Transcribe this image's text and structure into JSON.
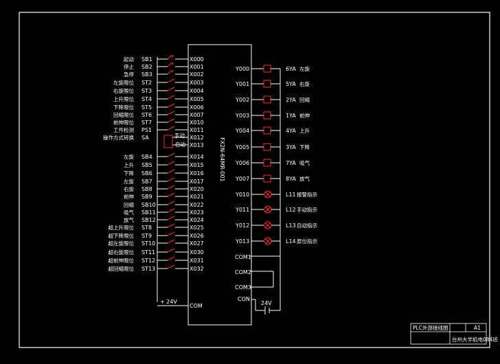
{
  "plc": {
    "model": "FX2N-64MR-001",
    "com_in_label": "COM",
    "supply_in_label": "+ 24V",
    "com_out": [
      "COM1",
      "COM2",
      "COM3",
      "CON"
    ],
    "supply_out_label": "24V"
  },
  "inputs": [
    {
      "name": "起动",
      "id": "SB1",
      "term": "X000"
    },
    {
      "name": "停止",
      "id": "SB2",
      "term": "X001"
    },
    {
      "name": "急停",
      "id": "SB3",
      "term": "X002"
    },
    {
      "name": "左旋限位",
      "id": "ST2",
      "term": "X003"
    },
    {
      "name": "右旋限位",
      "id": "ST3",
      "term": "X004"
    },
    {
      "name": "上升限位",
      "id": "ST4",
      "term": "X005"
    },
    {
      "name": "下降限位",
      "id": "ST5",
      "term": "X006"
    },
    {
      "name": "回缩限位",
      "id": "ST6",
      "term": "X007"
    },
    {
      "name": "前伸限位",
      "id": "ST7",
      "term": "X010"
    },
    {
      "name": "工件检测",
      "id": "PS1",
      "term": "X011"
    },
    {
      "name": "操作方式转换",
      "id": "SA",
      "term": "X012"
    },
    {
      "name": "",
      "id": "",
      "term": "X013"
    },
    {
      "name": "左旋",
      "id": "SB4",
      "term": "X014"
    },
    {
      "name": "上升",
      "id": "SB5",
      "term": "X015"
    },
    {
      "name": "下降",
      "id": "SB6",
      "term": "X016"
    },
    {
      "name": "左旋",
      "id": "SB7",
      "term": "X017"
    },
    {
      "name": "右旋",
      "id": "SB8",
      "term": "X020"
    },
    {
      "name": "前伸",
      "id": "SB9",
      "term": "X021"
    },
    {
      "name": "回缩",
      "id": "SB10",
      "term": "X022"
    },
    {
      "name": "吸气",
      "id": "SB11",
      "term": "X023"
    },
    {
      "name": "放气",
      "id": "SB12",
      "term": "X024"
    },
    {
      "name": "超上升限位",
      "id": "ST8",
      "term": "X025"
    },
    {
      "name": "超下降限位",
      "id": "ST9",
      "term": "X026"
    },
    {
      "name": "超左旋限位",
      "id": "ST10",
      "term": "X027"
    },
    {
      "name": "超右旋限位",
      "id": "ST11",
      "term": "X030"
    },
    {
      "name": "超前伸限位",
      "id": "ST12",
      "term": "X031"
    },
    {
      "name": "超回缩限位",
      "id": "ST13",
      "term": "X032"
    }
  ],
  "switch_labels": {
    "manual": "手动",
    "auto": "自动"
  },
  "outputs": [
    {
      "term": "Y000",
      "kind": "coil",
      "id": "6YA",
      "name": "左旋"
    },
    {
      "term": "Y001",
      "kind": "coil",
      "id": "5YA",
      "name": "右旋"
    },
    {
      "term": "Y002",
      "kind": "coil",
      "id": "2YA",
      "name": "回缩"
    },
    {
      "term": "Y003",
      "kind": "coil",
      "id": "1YA",
      "name": "前伸"
    },
    {
      "term": "Y004",
      "kind": "coil",
      "id": "4YA",
      "name": "上升"
    },
    {
      "term": "Y005",
      "kind": "coil",
      "id": "3YA",
      "name": "下降"
    },
    {
      "term": "Y006",
      "kind": "coil",
      "id": "7YA",
      "name": "吸气"
    },
    {
      "term": "Y007",
      "kind": "coil",
      "id": "8YA",
      "name": "放气"
    },
    {
      "term": "Y010",
      "kind": "lamp",
      "id": "L11",
      "name": "报警指示"
    },
    {
      "term": "Y011",
      "kind": "lamp",
      "id": "L12",
      "name": "手动指示"
    },
    {
      "term": "Y012",
      "kind": "lamp",
      "id": "L13",
      "name": "自动指示"
    },
    {
      "term": "Y013",
      "kind": "lamp",
      "id": "L14",
      "name": "原位指示"
    }
  ],
  "title_block": {
    "title": "PLC外部接线图",
    "sheet": "A1",
    "school": "台州大学机电084班"
  },
  "colors": {
    "background": "#000000",
    "line": "#ffffff",
    "component": "#ff2a2a"
  }
}
